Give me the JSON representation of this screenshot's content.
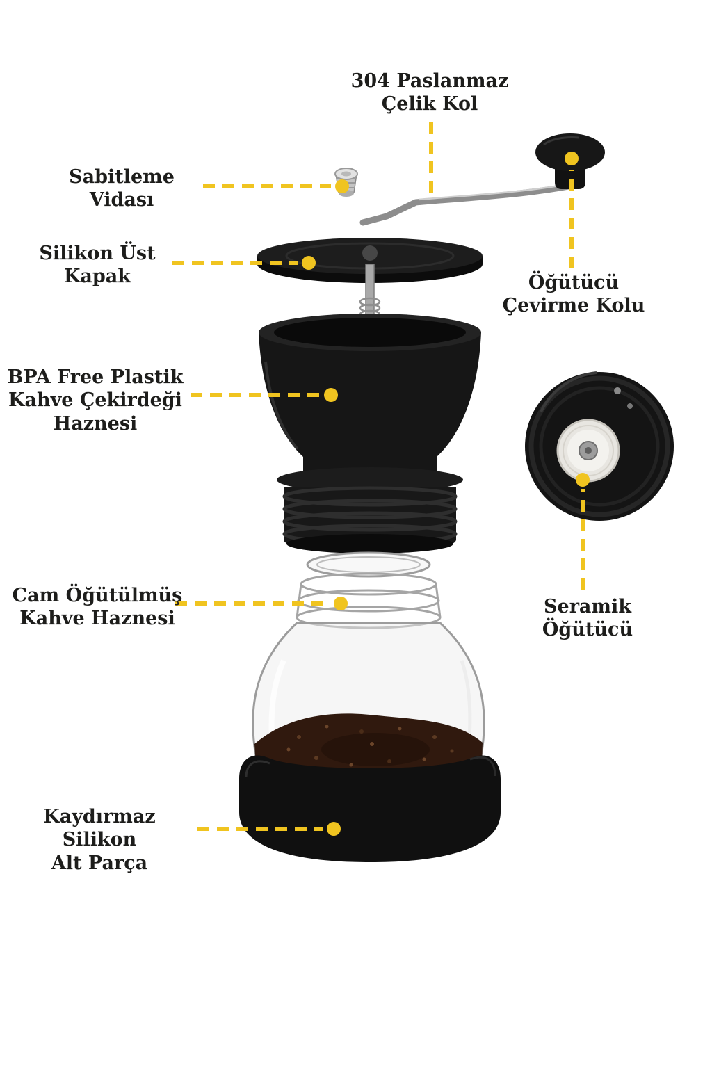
{
  "page": {
    "background": "#ffffff",
    "type": "product-parts-diagram",
    "subject": "manual coffee grinder exploded view"
  },
  "colors": {
    "accent_yellow": "#F0C420",
    "label_text": "#1D1D1B",
    "product_black": "#141414",
    "glass_gray": "#9C9C9C",
    "coffee_brown": "#30190E",
    "ceramic_white": "#EDEBE6",
    "metal_gray": "#8D8D8D"
  },
  "diagram": {
    "labels": {
      "steel_handle": {
        "text": "304 Paslanmaz\nÇelik Kol"
      },
      "fixing_screw": {
        "text": "Sabitleme\nVidası"
      },
      "silicone_lid": {
        "text": "Silikon Üst\nKapak"
      },
      "bean_hopper": {
        "text": "BPA Free Plastik\nKahve Çekirdeği\nHaznesi"
      },
      "glass_jar": {
        "text": "Cam Öğütülmüş\nKahve Haznesi"
      },
      "silicone_base": {
        "text": "Kaydırmaz Silikon\nAlt Parça"
      },
      "crank_handle": {
        "text": "Öğütücü\nÇevirme Kolu"
      },
      "ceramic_burr": {
        "text": "Seramik Öğütücü"
      }
    }
  }
}
